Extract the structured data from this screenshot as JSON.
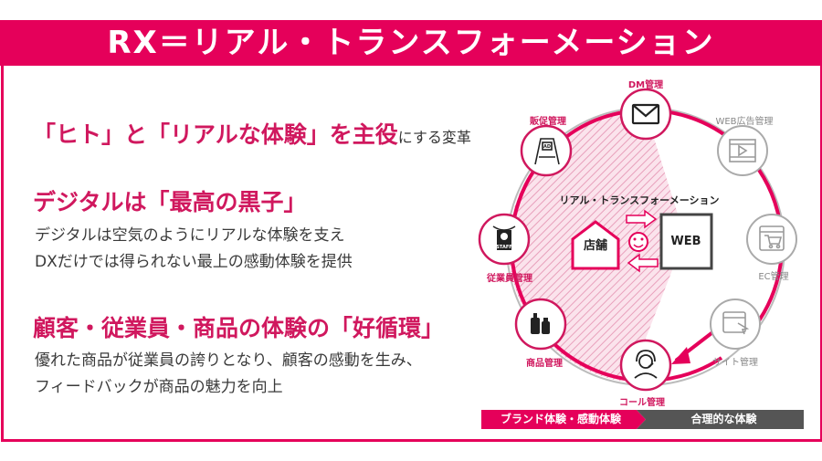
{
  "header": {
    "title": "RX＝リアル・トランスフォーメーション"
  },
  "sections": [
    {
      "heading_main": "「ヒト」と「リアルな体験」を主役",
      "heading_suffix": "にする変革",
      "lines": []
    },
    {
      "heading_main": "デジタルは「最高の黒子」",
      "heading_suffix": "",
      "lines": [
        "デジタルは空気のようにリアルな体験を支え",
        "DXだけでは得られない最上の感動体験を提供"
      ]
    },
    {
      "heading_main": "顧客・従業員・商品の体験の「好循環」",
      "heading_suffix": "",
      "lines": [
        "優れた商品が従業員の誇りとなり、顧客の感動を生み、",
        "フィードバックが商品の魅力を向上"
      ]
    }
  ],
  "diagram": {
    "center_title": "リアル・トランスフォーメーション",
    "store_label": "店舗",
    "web_label": "WEB",
    "nodes": [
      {
        "label": "DM管理",
        "icon": "envelope-icon",
        "style": "pink"
      },
      {
        "label": "WEB広告管理",
        "icon": "video-icon",
        "style": "gray"
      },
      {
        "label": "EC管理",
        "icon": "shopping-cart-icon",
        "style": "gray"
      },
      {
        "label": "サイト管理",
        "icon": "browser-cursor-icon",
        "style": "gray"
      },
      {
        "label": "コール管理",
        "icon": "headset-operator-icon",
        "style": "pink"
      },
      {
        "label": "商品管理",
        "icon": "product-bottles-icon",
        "style": "pink"
      },
      {
        "label": "従業員管理",
        "icon": "staff-icon",
        "style": "pink"
      },
      {
        "label": "販促管理",
        "icon": "ad-signboard-icon",
        "style": "pink"
      }
    ],
    "bar_left": "ブランド体験・感動体験",
    "bar_right": "合理的な体験",
    "colors": {
      "accent": "#e5005a",
      "text_pink": "#d0185e",
      "gray": "#888888",
      "dark_bar": "#555555"
    }
  }
}
